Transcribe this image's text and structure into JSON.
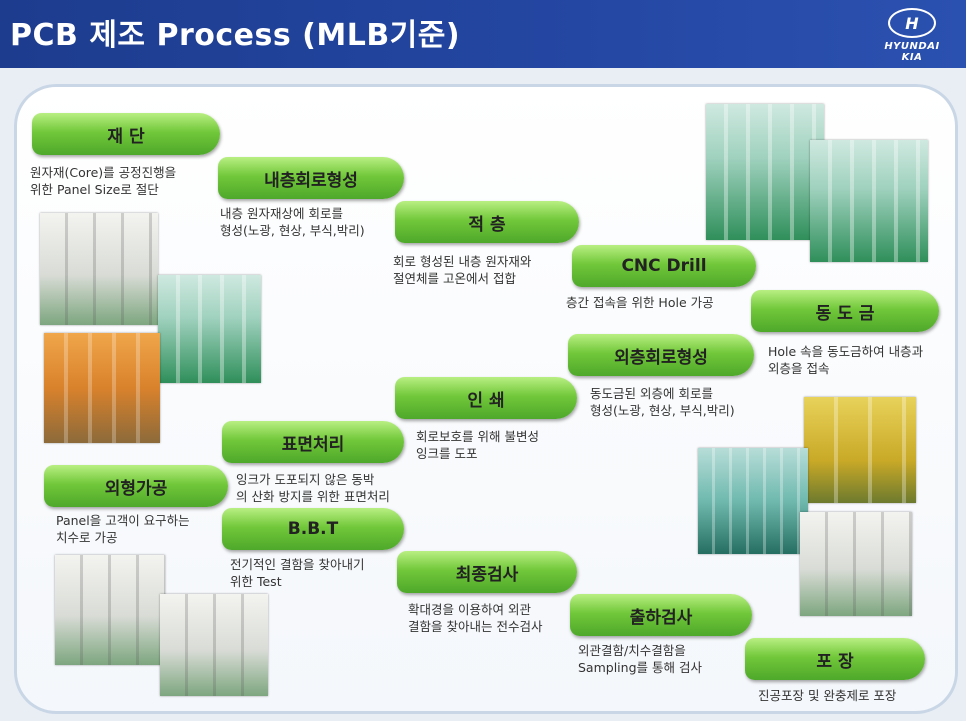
{
  "header": {
    "title": "PCB 제조 Process (MLB기준)",
    "logo_mark": "H",
    "logo_text": "HYUNDAI KIA"
  },
  "steps": [
    {
      "label": "재 단",
      "desc": [
        "원자재(Core)를 공정진행을",
        "위한 Panel Size로 절단"
      ]
    },
    {
      "label": "내층회로형성",
      "desc": [
        "내층 원자재상에 회로를",
        "형성(노광, 현상, 부식,박리)"
      ]
    },
    {
      "label": "적 층",
      "desc": [
        "회로 형성된 내층 원자재와",
        "절연체를 고온에서 접합"
      ]
    },
    {
      "label": "CNC Drill",
      "desc": [
        "층간 접속을 위한 Hole 가공"
      ]
    },
    {
      "label": "동 도 금",
      "desc": [
        "Hole 속을 동도금하여 내층과",
        "외층을 접속"
      ]
    },
    {
      "label": "외층회로형성",
      "desc": [
        "동도금된 외층에 회로를",
        "형성(노광, 현상, 부식,박리)"
      ]
    },
    {
      "label": "인 쇄",
      "desc": [
        "회로보호를 위해 불변성",
        "잉크를 도포"
      ]
    },
    {
      "label": "표면처리",
      "desc": [
        "잉크가 도포되지 않은 동박",
        "의 산화 방지를 위한 표면처리"
      ]
    },
    {
      "label": "외형가공",
      "desc": [
        "Panel을 고객이 요구하는",
        "치수로 가공"
      ]
    },
    {
      "label": "B.B.T",
      "desc": [
        "전기적인 결함을 찾아내기",
        "위한 Test"
      ]
    },
    {
      "label": "최종검사",
      "desc": [
        "확대경을 이용하여  외관",
        "결함을 찾아내는 전수검사"
      ]
    },
    {
      "label": "출하검사",
      "desc": [
        "외관결함/치수결함을",
        "Sampling를 통해 검사"
      ]
    },
    {
      "label": "포 장",
      "desc": [
        "진공포장 및 완충제로 포장"
      ]
    }
  ]
}
